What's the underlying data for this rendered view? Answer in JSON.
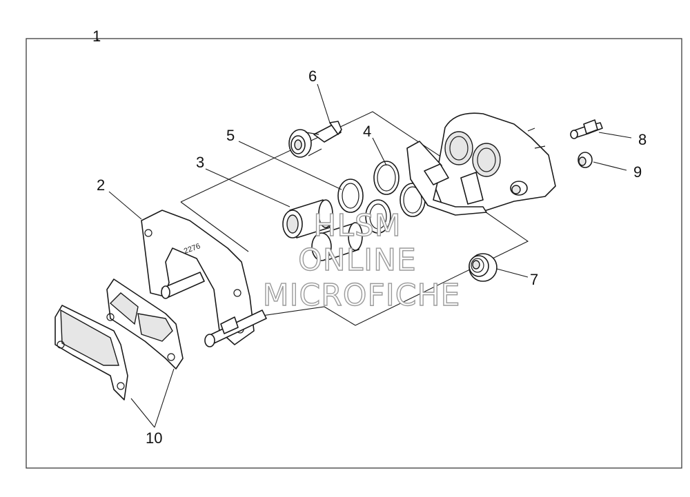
{
  "callouts": {
    "c1": "1",
    "c2": "2",
    "c3": "3",
    "c4": "4",
    "c5": "5",
    "c6": "6",
    "c7": "7",
    "c8": "8",
    "c9": "9",
    "c10": "10"
  },
  "watermark": {
    "line1": "HLSM",
    "line2": "ONLINE",
    "line3": "MICROFICHE"
  },
  "bracket_stamp": "2276"
}
